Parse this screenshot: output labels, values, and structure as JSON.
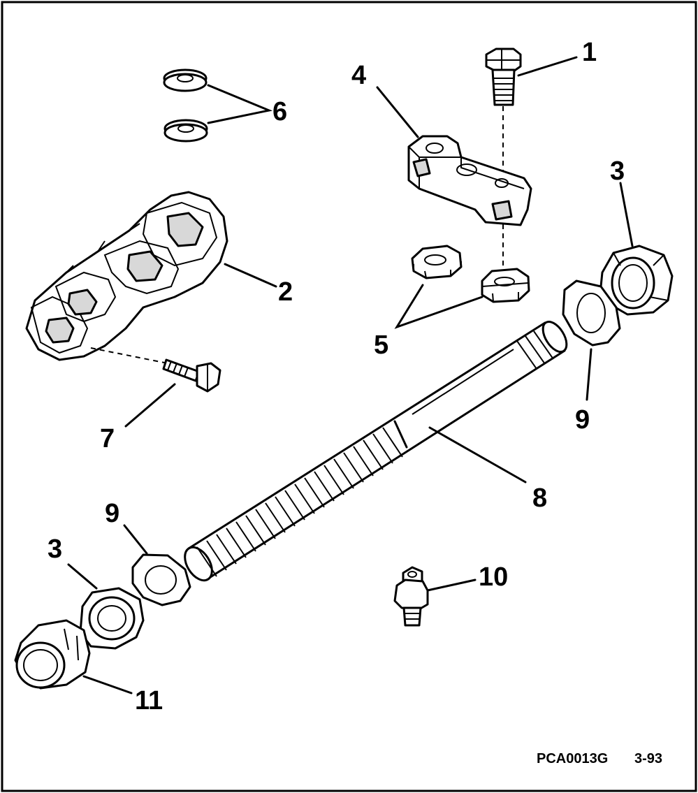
{
  "labels": {
    "c1": "1",
    "c2": "2",
    "c3a": "3",
    "c3b": "3",
    "c4": "4",
    "c5": "5",
    "c6": "6",
    "c7": "7",
    "c8": "8",
    "c9a": "9",
    "c9b": "9",
    "c10": "10",
    "c11": "11"
  },
  "footer": {
    "code": "PCA0013G",
    "date": "3-93"
  }
}
